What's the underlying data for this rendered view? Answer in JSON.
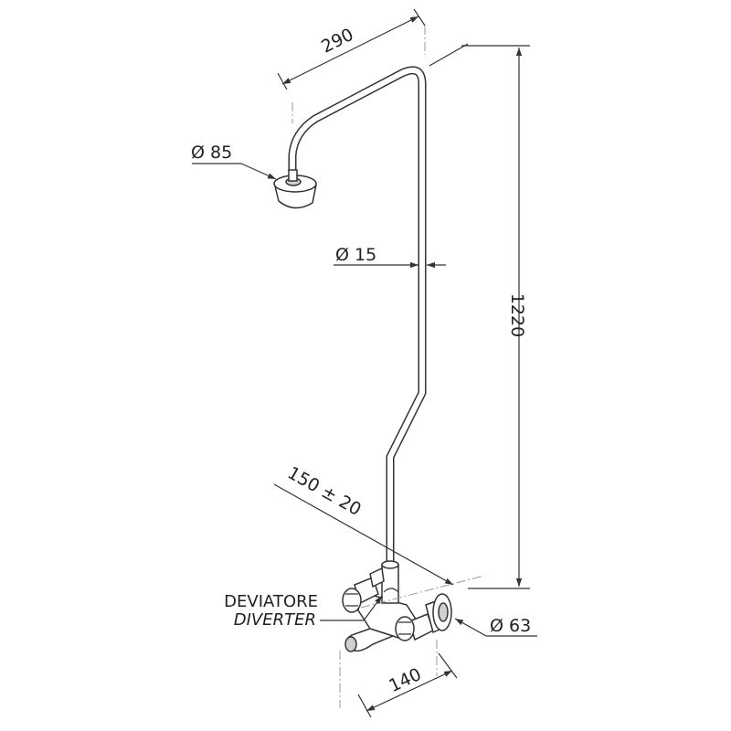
{
  "dimensions": {
    "arm_length": "290",
    "head_diameter": "Ø 85",
    "pipe_diameter": "Ø 15",
    "height": "1220",
    "center_distance": "150 ± 20",
    "flange_diameter": "Ø 63",
    "wall_offset": "140"
  },
  "labels": {
    "diverter_it": "DEVIATORE",
    "diverter_en": "DIVERTER"
  }
}
